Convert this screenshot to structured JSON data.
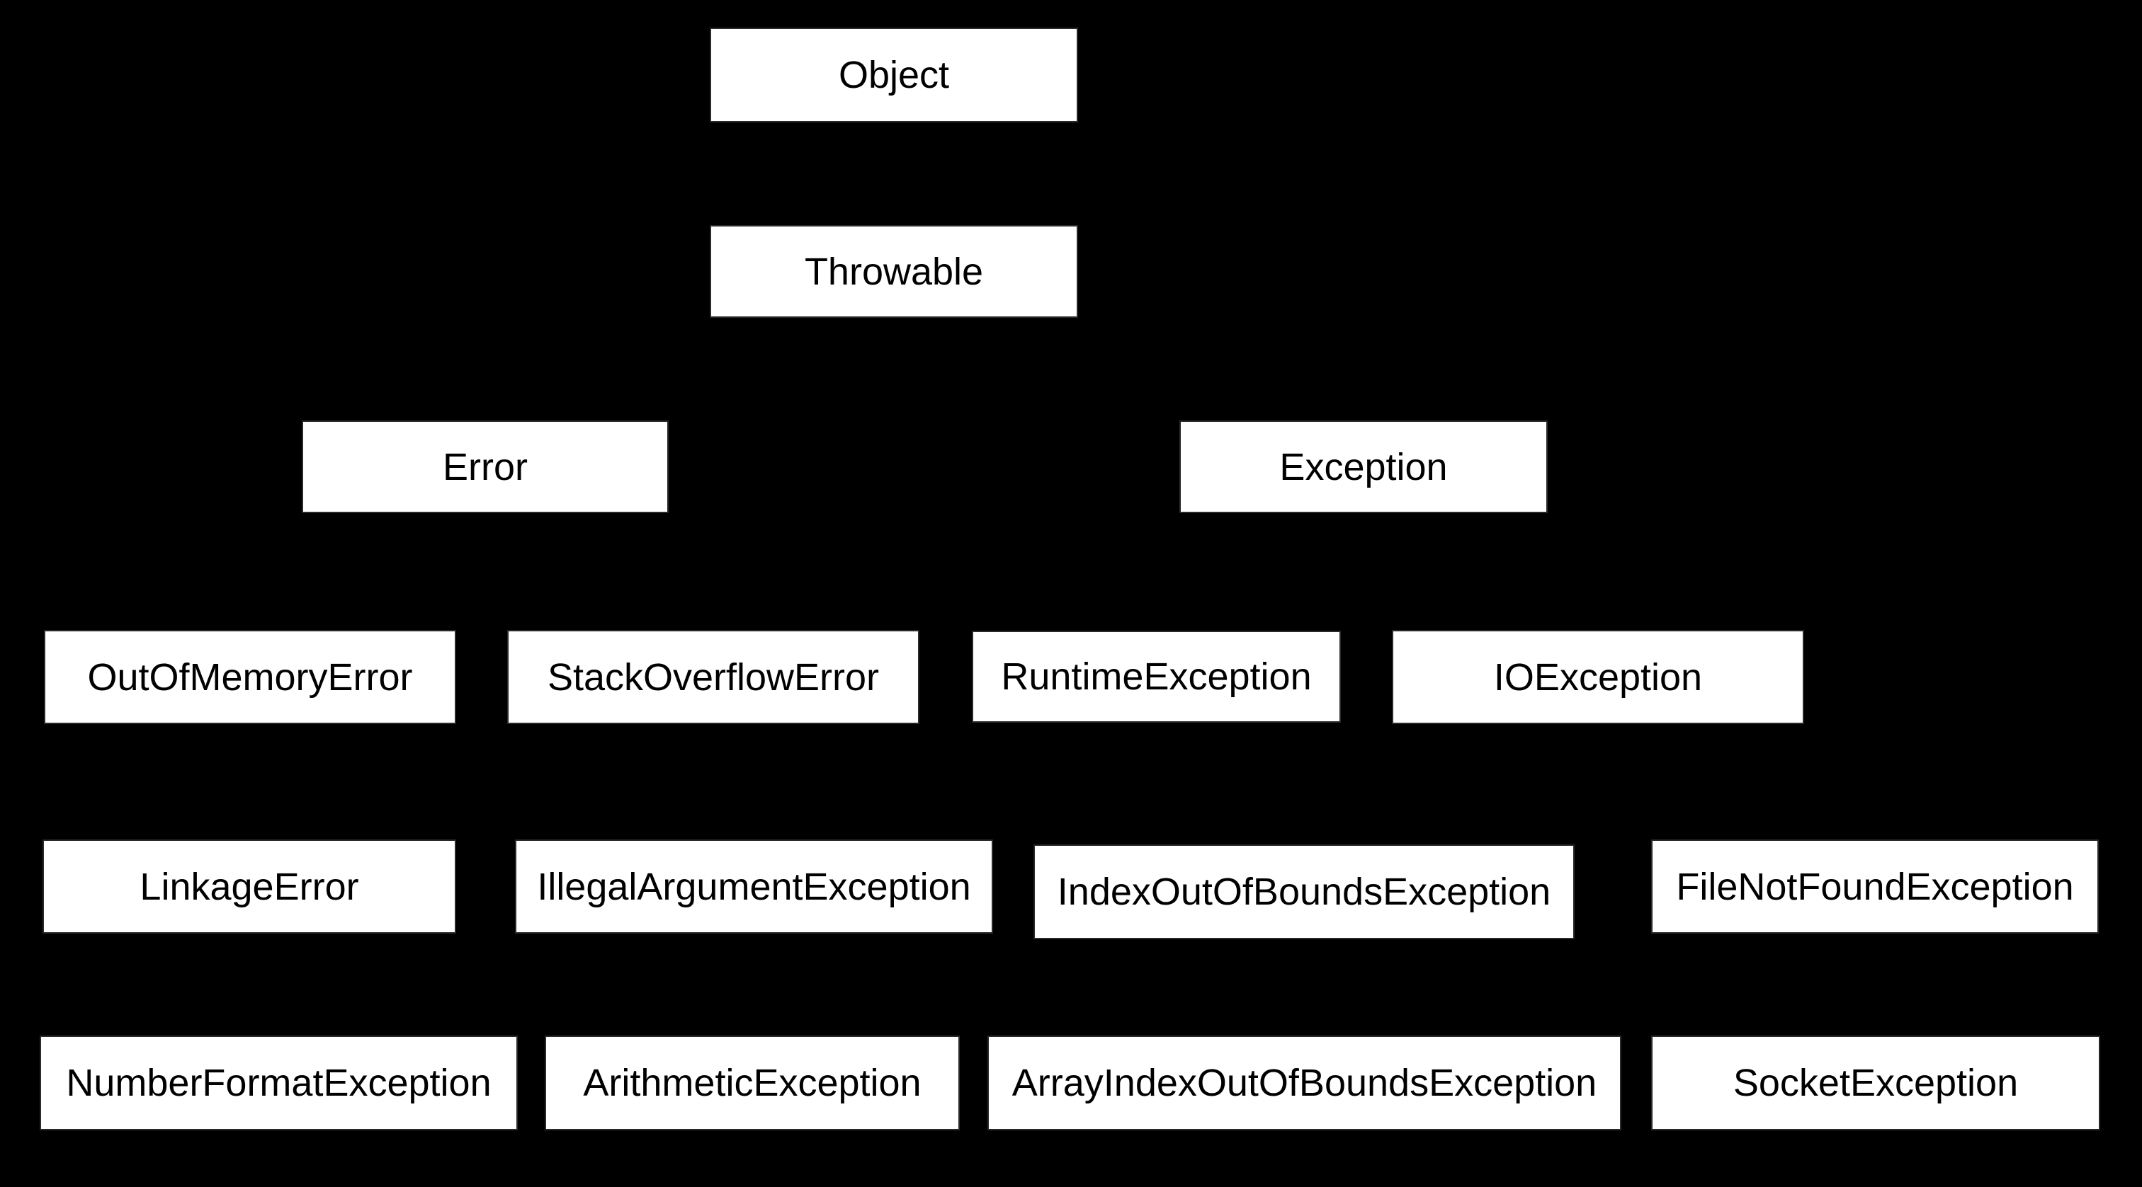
{
  "diagram": {
    "background_color": "#000000",
    "node_fill_color": "#ffffff",
    "node_text_color": "#000000",
    "nodes": [
      {
        "id": "object",
        "label": "Object"
      },
      {
        "id": "throwable",
        "label": "Throwable"
      },
      {
        "id": "error",
        "label": "Error"
      },
      {
        "id": "exception",
        "label": "Exception"
      },
      {
        "id": "outofmemoryerror",
        "label": "OutOfMemoryError"
      },
      {
        "id": "stackoverflowerror",
        "label": "StackOverflowError"
      },
      {
        "id": "runtimeexception",
        "label": "RuntimeException"
      },
      {
        "id": "ioexception",
        "label": "IOException"
      },
      {
        "id": "linkageerror",
        "label": "LinkageError"
      },
      {
        "id": "illegalargumentexception",
        "label": "IllegalArgumentException"
      },
      {
        "id": "indexoutofboundsexception",
        "label": "IndexOutOfBoundsException"
      },
      {
        "id": "filenotfoundexception",
        "label": "FileNotFoundException"
      },
      {
        "id": "numberformatexception",
        "label": "NumberFormatException"
      },
      {
        "id": "arithmeticexception",
        "label": "ArithmeticException"
      },
      {
        "id": "arrayindexoutofboundsexception",
        "label": "ArrayIndexOutOfBoundsException"
      },
      {
        "id": "socketexception",
        "label": "SocketException"
      }
    ]
  }
}
